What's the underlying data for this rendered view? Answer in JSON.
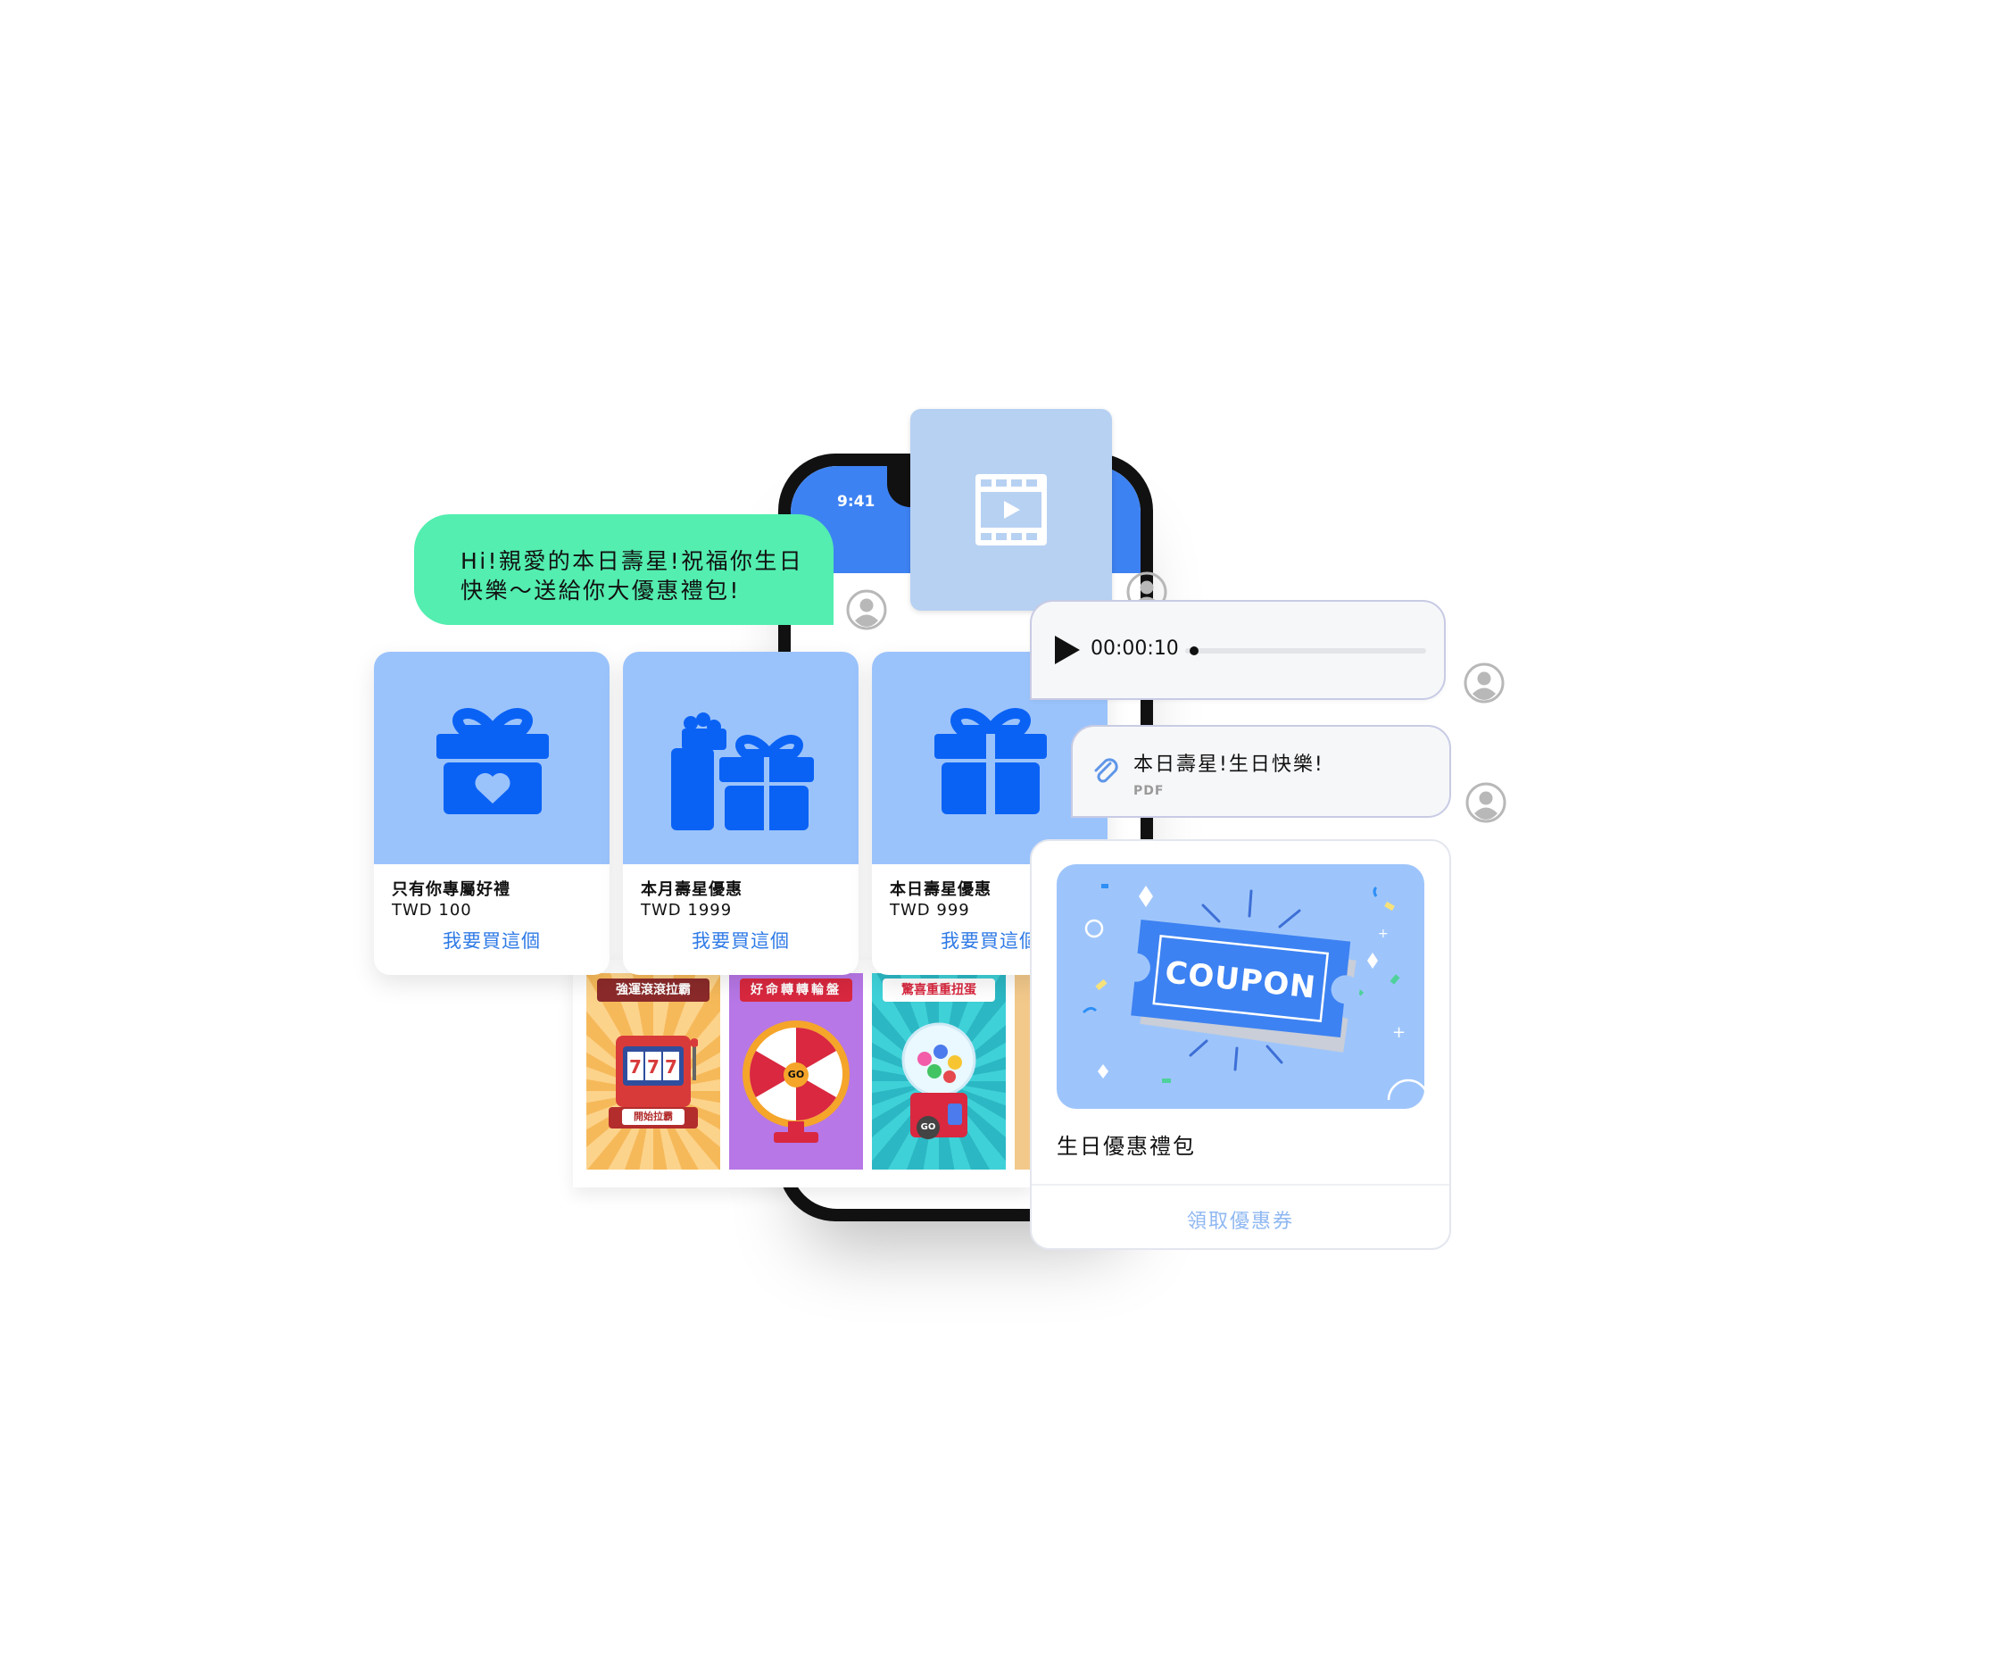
{
  "phone": {
    "time": "9:41"
  },
  "chat": {
    "greeting": "Hi!親愛的本日壽星!祝福你生日快樂～送給你大優惠禮包!"
  },
  "products": [
    {
      "name": "只有你專屬好禮",
      "price": "TWD 100",
      "action": "我要買這個",
      "icon": "gift-heart-icon"
    },
    {
      "name": "本月壽星優惠",
      "price": "TWD 1999",
      "action": "我要買這個",
      "icon": "gift-boxes-icon"
    },
    {
      "name": "本日壽星優惠",
      "price": "TWD 999",
      "action": "我要買這個",
      "icon": "gift-icon"
    }
  ],
  "games": [
    {
      "title": "強運滾滾拉霸",
      "button": "開始拉霸",
      "icon": "slot-machine-icon"
    },
    {
      "title": "好命轉轉輪盤",
      "button": "GO",
      "icon": "spin-wheel-icon"
    },
    {
      "title": "驚喜重重扭蛋",
      "button": "GO",
      "icon": "gacha-machine-icon"
    }
  ],
  "audio": {
    "duration": "00:00:10",
    "progress": 0.02
  },
  "file": {
    "name": "本日壽星!生日快樂!",
    "type": "PDF",
    "icon": "paperclip-icon"
  },
  "coupon": {
    "image_text": "COUPON",
    "title": "生日優惠禮包",
    "action": "領取優惠券"
  },
  "colors": {
    "brand_blue": "#3d82f2",
    "card_blue": "#9bc3fb",
    "icon_blue": "#0a62f5",
    "bubble_green": "#53eeb0",
    "link_blue": "#2e7ae6",
    "coupon_action": "#8fb8f2"
  }
}
